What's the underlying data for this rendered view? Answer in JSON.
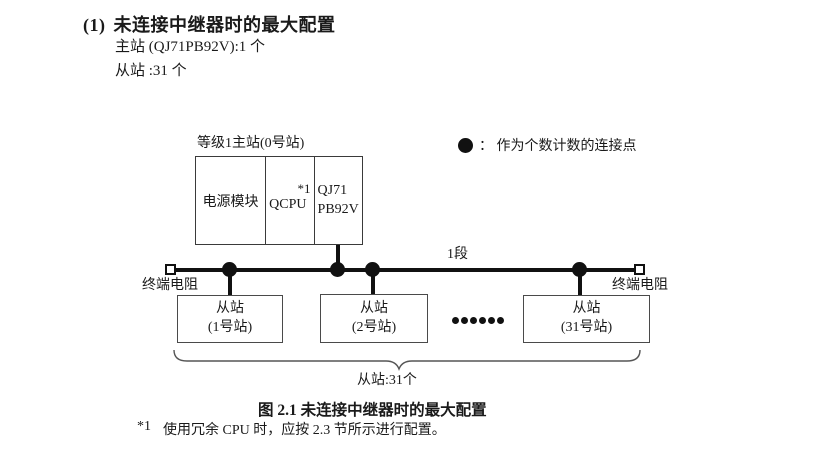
{
  "colors": {
    "ink": "#1a1a1a",
    "line": "#111111",
    "border": "#4a4a4a",
    "background": "#ffffff"
  },
  "heading": {
    "number": "(1)",
    "title": "未连接中继器时的最大配置"
  },
  "intro": {
    "master_line": "主站 (QJ71PB92V):1 个",
    "slave_line": "从站 :31 个"
  },
  "diagram": {
    "master_station_label": "等级1主站(0号站)",
    "master_box": {
      "power_module": "电源模块",
      "cpu": "QCPU",
      "cpu_note": "*1",
      "pb_module_line1": "QJ71",
      "pb_module_line2": "PB92V"
    },
    "legend": {
      "text": "：  作为个数计数的连接点"
    },
    "segment_label": "1段",
    "terminators": {
      "left": "终端电阻",
      "right": "终端电阻"
    },
    "slaves": [
      {
        "name": "从站",
        "station": "(1号站)"
      },
      {
        "name": "从站",
        "station": "(2号站)"
      },
      {
        "name": "从站",
        "station": "(31号站)"
      }
    ],
    "brace_label": "从站:31个"
  },
  "caption": "图 2.1 未连接中继器时的最大配置",
  "footnote": {
    "marker": "*1",
    "text": "使用冗余 CPU 时，应按 2.3 节所示进行配置。"
  }
}
